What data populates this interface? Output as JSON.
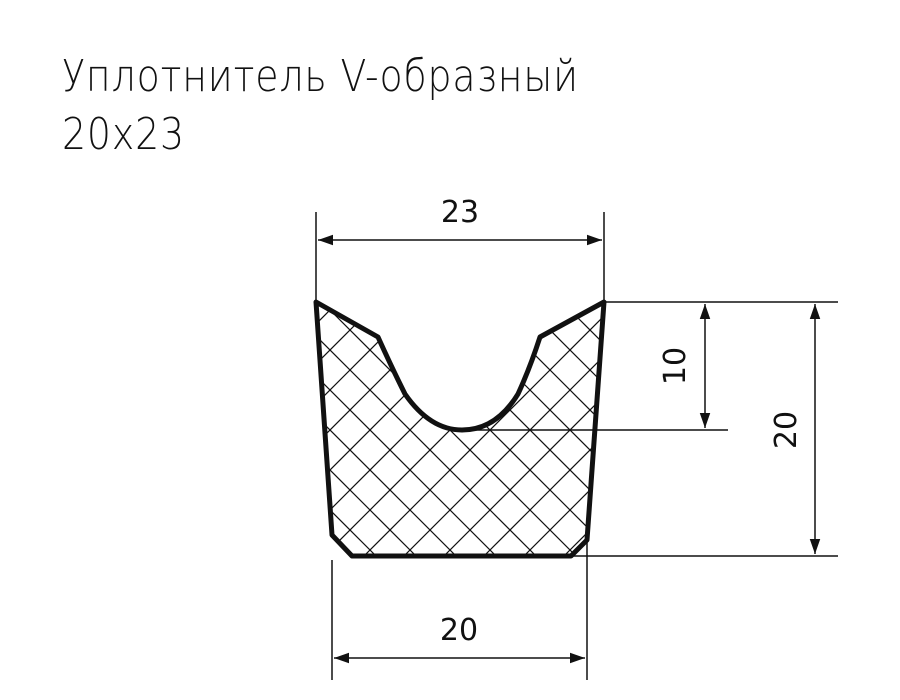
{
  "title": {
    "line1": "Уплотнитель V-образный",
    "line2": "20x23"
  },
  "dimensions": {
    "top_width": "23",
    "bottom_width": "20",
    "groove_depth": "10",
    "total_height": "20"
  },
  "colors": {
    "ink": "#111111",
    "background": "#ffffff"
  }
}
